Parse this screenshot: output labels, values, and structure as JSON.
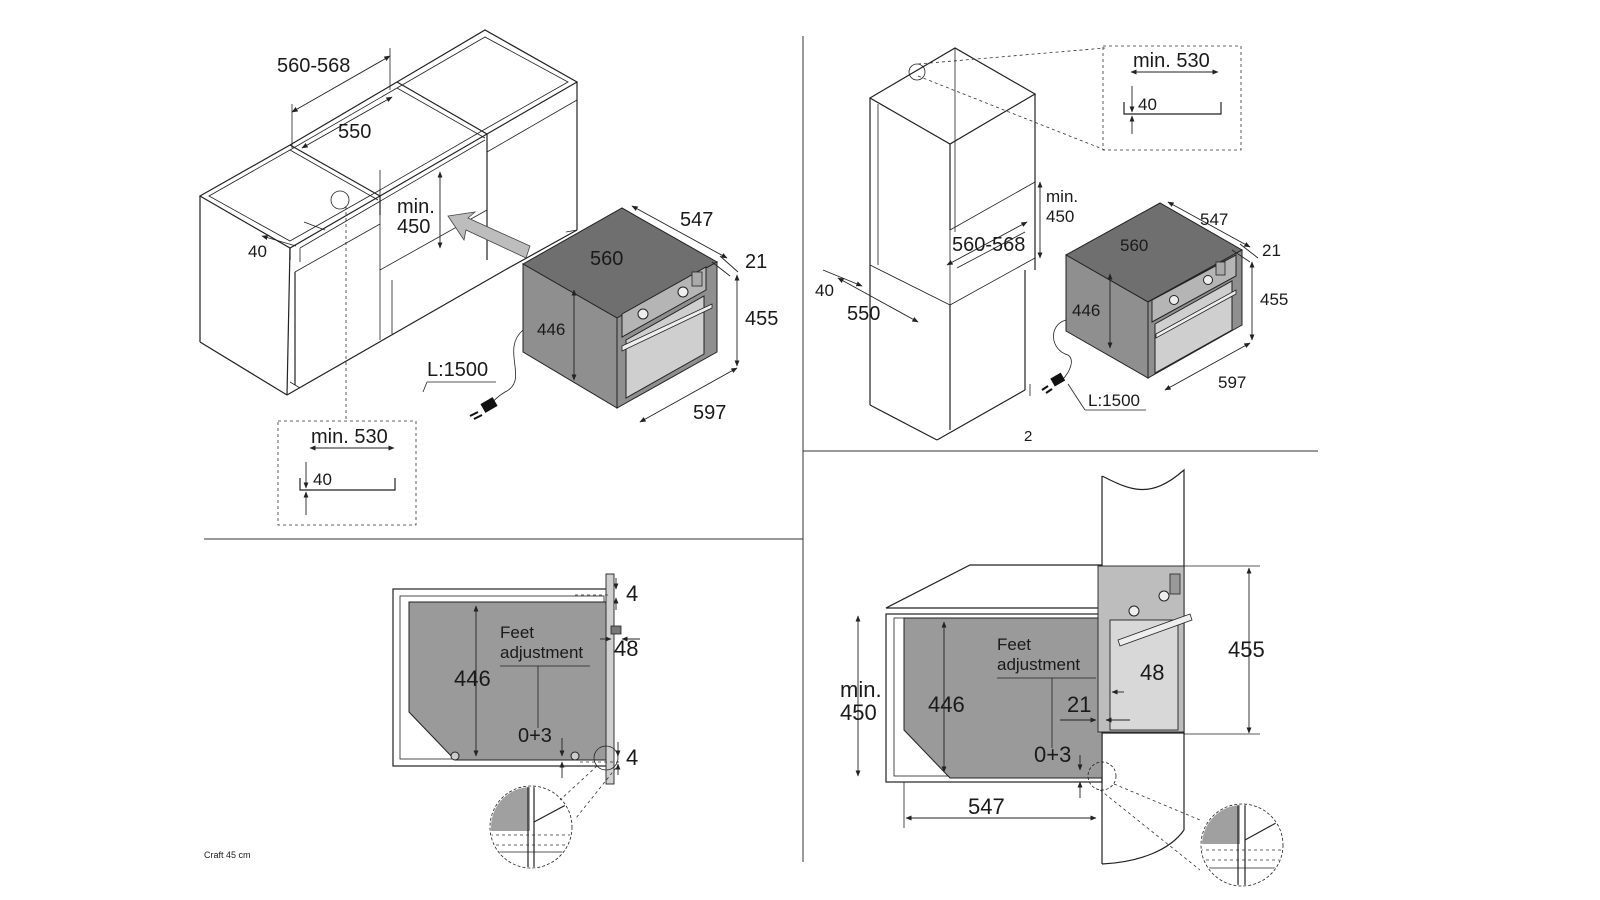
{
  "panel_tl": {
    "cabinet_width": "560-568",
    "inner_width": "550",
    "opening_height_line1": "min.",
    "opening_height_line2": "450",
    "side_gap": "40",
    "oven_depth": "547",
    "oven_width_inner": "560",
    "trim": "21",
    "body_height": "446",
    "front_height": "455",
    "front_width": "597",
    "cable": "L:1500",
    "detail_min": "min. 530",
    "detail_gap": "40"
  },
  "panel_tr": {
    "detail_min": "min. 530",
    "detail_gap": "40",
    "opening_height_line1": "min.",
    "opening_height_line2": "450",
    "cabinet_width": "560-568",
    "side_gap": "40",
    "inner_width": "550",
    "oven_depth": "547",
    "oven_width_inner": "560",
    "trim": "21",
    "body_height": "446",
    "front_height": "455",
    "front_width": "597",
    "cable": "L:1500",
    "page_number": "2"
  },
  "panel_bl": {
    "top_gap": "4",
    "trim": "48",
    "feet_label_line1": "Feet",
    "feet_label_line2": "adjustment",
    "body_height": "446",
    "feet_range": "0+3",
    "bottom_gap": "4",
    "model": "Craft 45 cm"
  },
  "panel_br": {
    "feet_label_line1": "Feet",
    "feet_label_line2": "adjustment",
    "trim": "48",
    "front_height": "455",
    "opening_height_line1": "min.",
    "opening_height_line2": "450",
    "body_height": "446",
    "gap": "21",
    "feet_range": "0+3",
    "depth": "547"
  }
}
